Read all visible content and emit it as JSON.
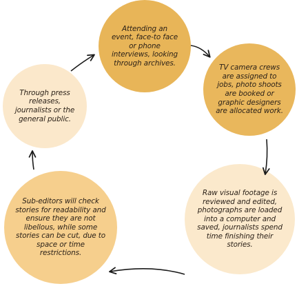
{
  "colors": {
    "arrow": "#1a1a1a",
    "circle_top": "#e8b558",
    "circle_right": "#e9b75c",
    "circle_bottom_right": "#fbe9cc",
    "circle_bottom_left": "#f6cf8d",
    "circle_left": "#fbe8cb"
  },
  "cycle": {
    "step_top": "Attending an event, face-to face or phone interviews, looking through archives.",
    "step_right": "TV camera crews are assigned to jobs, photo shoots are booked or graphic designers are allocated work.",
    "step_bottom_right": "Raw visual footage is reviewed and edited, photographs are loaded into a computer and saved, journalists spend time finishing their stories.",
    "step_bottom_left": "Sub-editors will check stories for readability and ensure they are not libellous, while some stories can be cut, due to space or time restrictions.",
    "step_left": "Through press releases, journalists or the general public."
  }
}
